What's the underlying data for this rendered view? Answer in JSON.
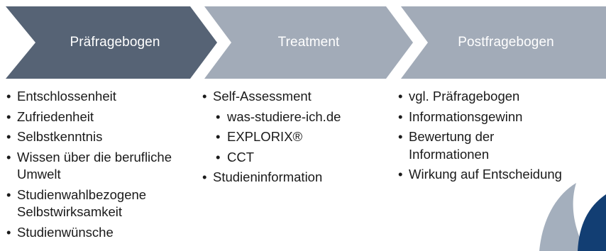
{
  "colors": {
    "step1": "#566375",
    "step2": "#a2abb8",
    "step3": "#a2abb8",
    "accent_navy": "#123e73",
    "accent_grey": "#a4afbd",
    "text": "#1a1a1a"
  },
  "steps": [
    {
      "label": "Präfragebogen",
      "items": [
        {
          "text": "Entschlossenheit",
          "level": 0
        },
        {
          "text": "Zufriedenheit",
          "level": 0
        },
        {
          "text": "Selbstkenntnis",
          "level": 0
        },
        {
          "text": "Wissen über die berufliche Umwelt",
          "level": 0
        },
        {
          "text": "Studienwahlbezogene Selbstwirksamkeit",
          "level": 0
        },
        {
          "text": "Studienwünsche",
          "level": 0
        }
      ]
    },
    {
      "label": "Treatment",
      "items": [
        {
          "text": "Self-Assessment",
          "level": 0
        },
        {
          "text": "was-studiere-ich.de",
          "level": 1
        },
        {
          "text": "EXPLORIX®",
          "level": 1
        },
        {
          "text": "CCT",
          "level": 1
        },
        {
          "text": "Studieninformation",
          "level": 0
        }
      ]
    },
    {
      "label": "Postfragebogen",
      "items": [
        {
          "text": "vgl. Präfragebogen",
          "level": 0
        },
        {
          "text": "Informationsgewinn",
          "level": 0
        },
        {
          "text": "Bewertung der Informationen",
          "level": 0
        },
        {
          "text": "Wirkung auf Entscheidung",
          "level": 0
        }
      ]
    }
  ]
}
